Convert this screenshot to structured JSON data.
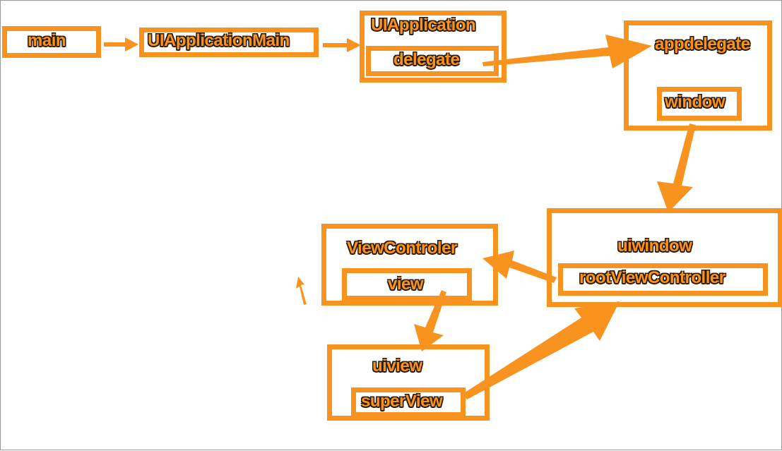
{
  "colors": {
    "accent": "#f7931e",
    "outline": "#2b1a08",
    "background": "#ffffff"
  },
  "nodes": {
    "main": {
      "label": "main"
    },
    "uiapplicationmain": {
      "label": "UIApplicationMain"
    },
    "uiapplication": {
      "label": "UIApplication"
    },
    "delegate": {
      "label": "delegate"
    },
    "appdelegate": {
      "label": "appdelegate"
    },
    "window": {
      "label": "window"
    },
    "uiwindow": {
      "label": "uiwindow"
    },
    "rootviewcontroller": {
      "label": "rootViewController"
    },
    "viewcontroler": {
      "label": "ViewControler"
    },
    "view": {
      "label": "view"
    },
    "uiview": {
      "label": "uiview"
    },
    "superview": {
      "label": "superView"
    }
  },
  "edges": [
    {
      "from": "main",
      "to": "uiapplicationmain"
    },
    {
      "from": "uiapplicationmain",
      "to": "uiapplication"
    },
    {
      "from": "delegate",
      "to": "appdelegate"
    },
    {
      "from": "window",
      "to": "uiwindow"
    },
    {
      "from": "rootviewcontroller",
      "to": "viewcontroler"
    },
    {
      "from": "view",
      "to": "uiview"
    },
    {
      "from": "superview",
      "to": "uiwindow"
    }
  ]
}
